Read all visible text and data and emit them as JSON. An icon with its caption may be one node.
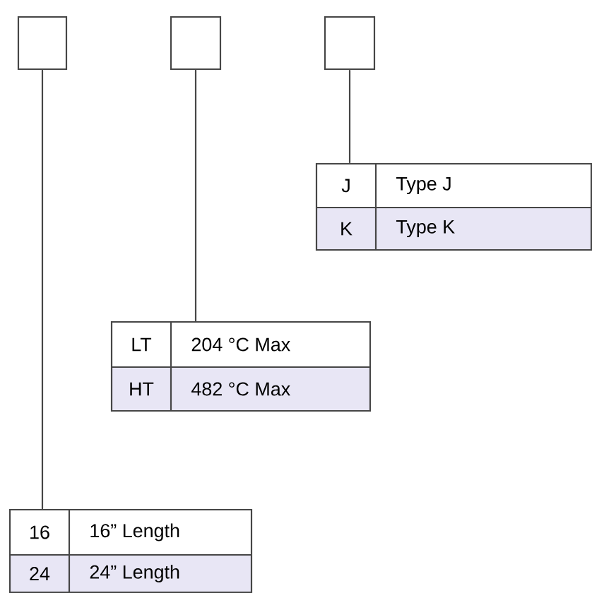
{
  "diagram": {
    "nodes": [
      {
        "text": [],
        "shape": "box"
      },
      {
        "text": [],
        "shape": "box"
      },
      {
        "text": [],
        "shape": "box"
      },
      {
        "text": [
          "J",
          "Type J",
          "K",
          "Type K"
        ]
      },
      {
        "text": [
          "LT",
          "204 °C Max",
          "HT",
          "482 °C Max"
        ]
      },
      {
        "text": [
          "16",
          "16” Length",
          "24",
          "24” Length"
        ]
      }
    ],
    "edges": [
      {
        "from": 0,
        "to": 5,
        "arrow": "none"
      },
      {
        "from": 1,
        "to": 4,
        "arrow": "none"
      },
      {
        "from": 2,
        "to": 3,
        "arrow": "none"
      }
    ]
  }
}
